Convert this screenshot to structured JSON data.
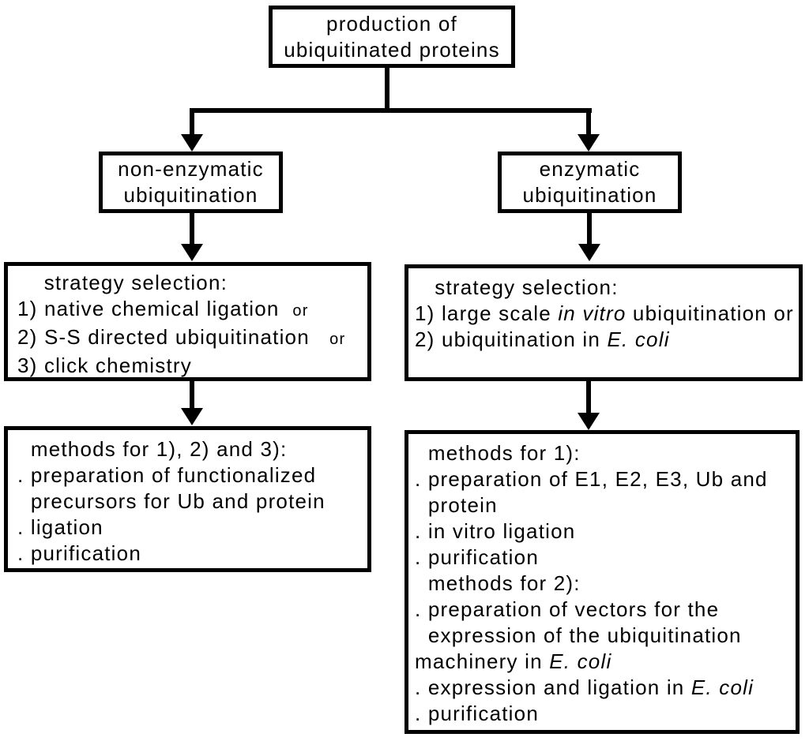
{
  "colors": {
    "stroke": "#000000",
    "background": "#ffffff"
  },
  "nodes": {
    "root": {
      "lines": [
        [
          {
            "t": "production of"
          }
        ],
        [
          {
            "t": "ubiquitinated proteins"
          }
        ]
      ]
    },
    "branch_left": {
      "lines": [
        [
          {
            "t": "non-enzymatic"
          }
        ],
        [
          {
            "t": "ubiquitination"
          }
        ]
      ]
    },
    "branch_right": {
      "lines": [
        [
          {
            "t": "enzymatic"
          }
        ],
        [
          {
            "t": "ubiquitination"
          }
        ]
      ]
    },
    "strategy_left": {
      "lines": [
        [
          {
            "t": "    strategy selection:"
          }
        ],
        [
          {
            "t": "1) native chemical ligation  "
          },
          {
            "t": "or",
            "small": true
          }
        ],
        [
          {
            "t": "2) S-S directed ubiquitination   "
          },
          {
            "t": "or",
            "small": true
          }
        ],
        [
          {
            "t": "3) click chemistry"
          }
        ]
      ]
    },
    "strategy_right": {
      "lines": [
        [
          {
            "t": "   strategy selection:"
          }
        ],
        [
          {
            "t": "1) large scale "
          },
          {
            "t": "in vitro",
            "italic": true
          },
          {
            "t": " ubiquitination or"
          }
        ],
        [
          {
            "t": "2) ubiquitination in "
          },
          {
            "t": "E. coli",
            "italic": true
          }
        ]
      ]
    },
    "methods_left": {
      "lines": [
        [
          {
            "t": "  methods for 1), 2) and 3):"
          }
        ],
        [
          {
            "t": ". preparation of functionalized"
          }
        ],
        [
          {
            "t": "  precursors for Ub and protein"
          }
        ],
        [
          {
            "t": ". ligation"
          }
        ],
        [
          {
            "t": ". purification"
          }
        ]
      ]
    },
    "methods_right": {
      "lines": [
        [
          {
            "t": "  methods for 1):"
          }
        ],
        [
          {
            "t": ". preparation of E1, E2, E3, Ub and"
          }
        ],
        [
          {
            "t": "  protein"
          }
        ],
        [
          {
            "t": ". in vitro ligation"
          }
        ],
        [
          {
            "t": ". purification"
          }
        ],
        [
          {
            "t": "  methods for 2):"
          }
        ],
        [
          {
            "t": ". preparation of vectors for the"
          }
        ],
        [
          {
            "t": "  expression of the ubiquitination"
          }
        ],
        [
          {
            "t": "machinery in "
          },
          {
            "t": "E. coli",
            "italic": true
          }
        ],
        [
          {
            "t": ". expression and ligation in "
          },
          {
            "t": "E. coli",
            "italic": true
          }
        ],
        [
          {
            "t": ". purification"
          }
        ]
      ]
    }
  }
}
